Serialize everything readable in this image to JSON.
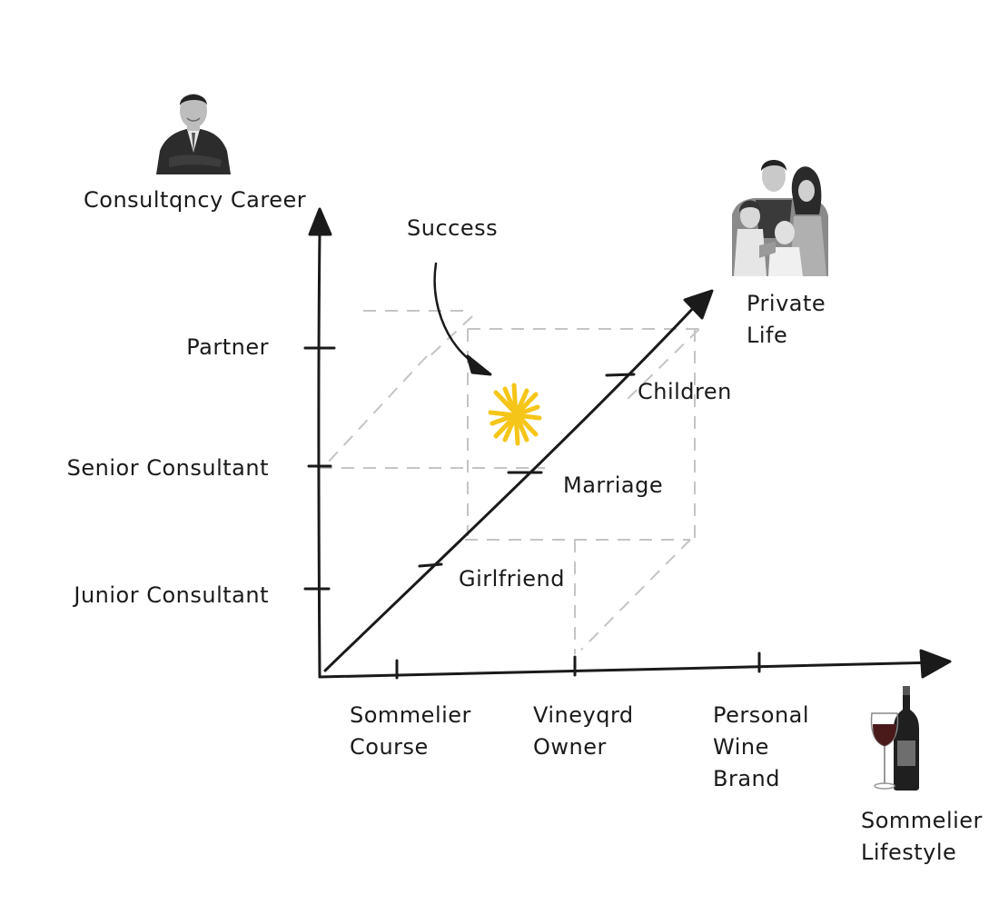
{
  "axes": {
    "vertical_title": "Consultqncy Career",
    "diagonal_title": "Private\nLife",
    "horizontal_title": "Sommelier\nLifestyle"
  },
  "career_levels": [
    "Junior Consultant",
    "Senior Consultant",
    "Partner"
  ],
  "private_stages": [
    "Girlfriend",
    "Marriage",
    "Children"
  ],
  "sommelier_stages": [
    "Sommelier\nCourse",
    "Vineyqrd\nOwner",
    "Personal\nWine\nBrand"
  ],
  "success": {
    "label": "Success",
    "color": "#f5c518"
  },
  "icons": {
    "career": "businessman-photo",
    "private": "family-photo",
    "sommelier": "wine-bottle-and-glass-icon"
  },
  "colors": {
    "ink": "#1a1a1a",
    "guides": "#c4c4c4"
  }
}
